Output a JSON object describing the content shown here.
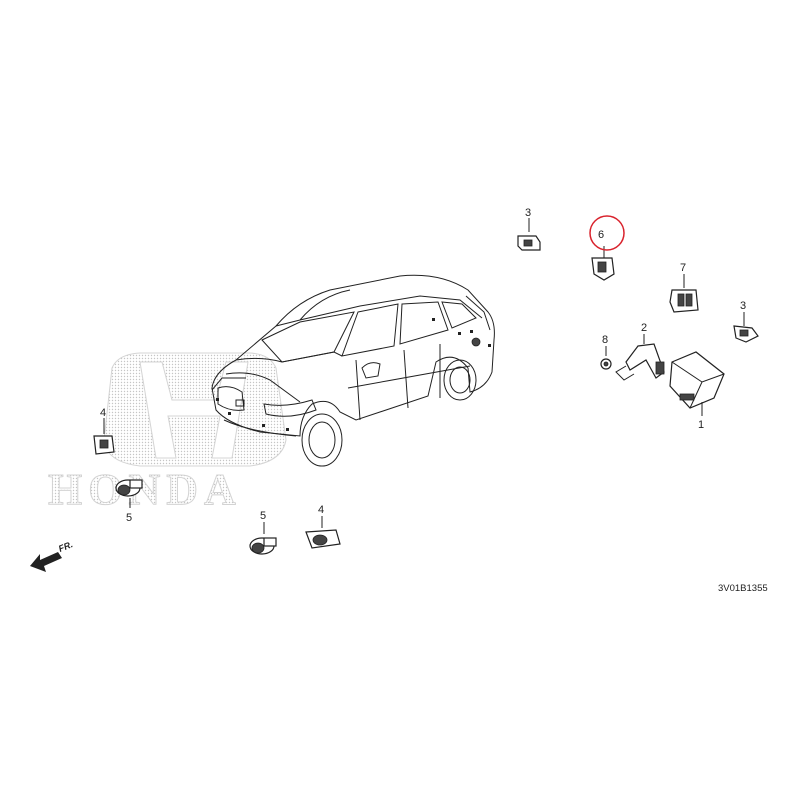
{
  "watermark": {
    "brand": "HONDA"
  },
  "direction_marker": {
    "label": "FR."
  },
  "diagram_code": "3V01B1355",
  "highlight": {
    "callout": "6",
    "color": "#d9232d"
  },
  "callouts": [
    {
      "id": "c-3a",
      "label": "3"
    },
    {
      "id": "c-6",
      "label": "6"
    },
    {
      "id": "c-7",
      "label": "7"
    },
    {
      "id": "c-3b",
      "label": "3"
    },
    {
      "id": "c-2",
      "label": "2"
    },
    {
      "id": "c-8",
      "label": "8"
    },
    {
      "id": "c-1",
      "label": "1"
    },
    {
      "id": "c-4a",
      "label": "4"
    },
    {
      "id": "c-5a",
      "label": "5"
    },
    {
      "id": "c-5b",
      "label": "5"
    },
    {
      "id": "c-4b",
      "label": "4"
    }
  ]
}
